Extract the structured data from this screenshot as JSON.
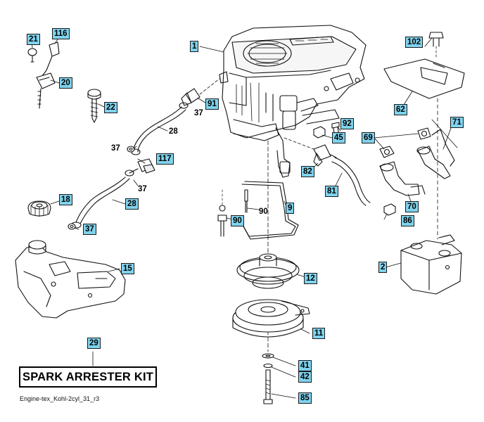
{
  "diagram": {
    "callouts": {
      "c1": "1",
      "c2": "2",
      "c9": "9",
      "c11": "11",
      "c12": "12",
      "c15": "15",
      "c18": "18",
      "c20": "20",
      "c21": "21",
      "c22": "22",
      "c28a": "28",
      "c28b": "28",
      "c29": "29",
      "c37a": "37",
      "c37b": "37",
      "c37c": "37",
      "c37d": "37",
      "c41": "41",
      "c42": "42",
      "c45": "45",
      "c62": "62",
      "c69": "69",
      "c70": "70",
      "c71": "71",
      "c81": "81",
      "c82": "82",
      "c85": "85",
      "c86": "86",
      "c90a": "90",
      "c90b": "90",
      "c91": "91",
      "c92": "92",
      "c102": "102",
      "c116": "116",
      "c117": "117"
    },
    "kit_label": "SPARK ARRESTER KIT",
    "drawing_id": "Engine-tex_Kohl-2cyl_31_r3"
  }
}
